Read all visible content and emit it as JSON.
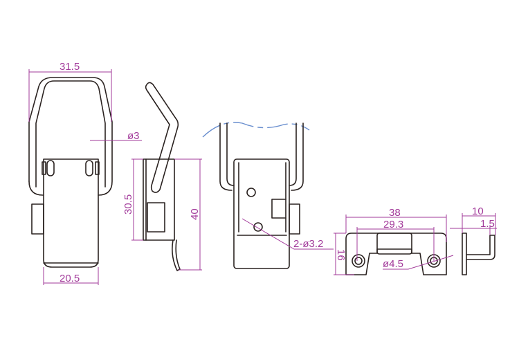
{
  "labels": {
    "bail_width": "31.5",
    "wire_diameter": "ø3",
    "body_width": "20.5",
    "body_height": "30.5",
    "total_height": "40",
    "holes": "2-ø3.2",
    "keeper_length": "38",
    "keeper_hole_spacing": "29.3",
    "keeper_height": "16",
    "keeper_hole_dia": "ø4.5",
    "keeper_depth": "10",
    "keeper_thickness": "1.5"
  },
  "colors": {
    "outline": "#2a2220",
    "dimension": "#a23a9a",
    "surface": "#6a8fcf"
  }
}
